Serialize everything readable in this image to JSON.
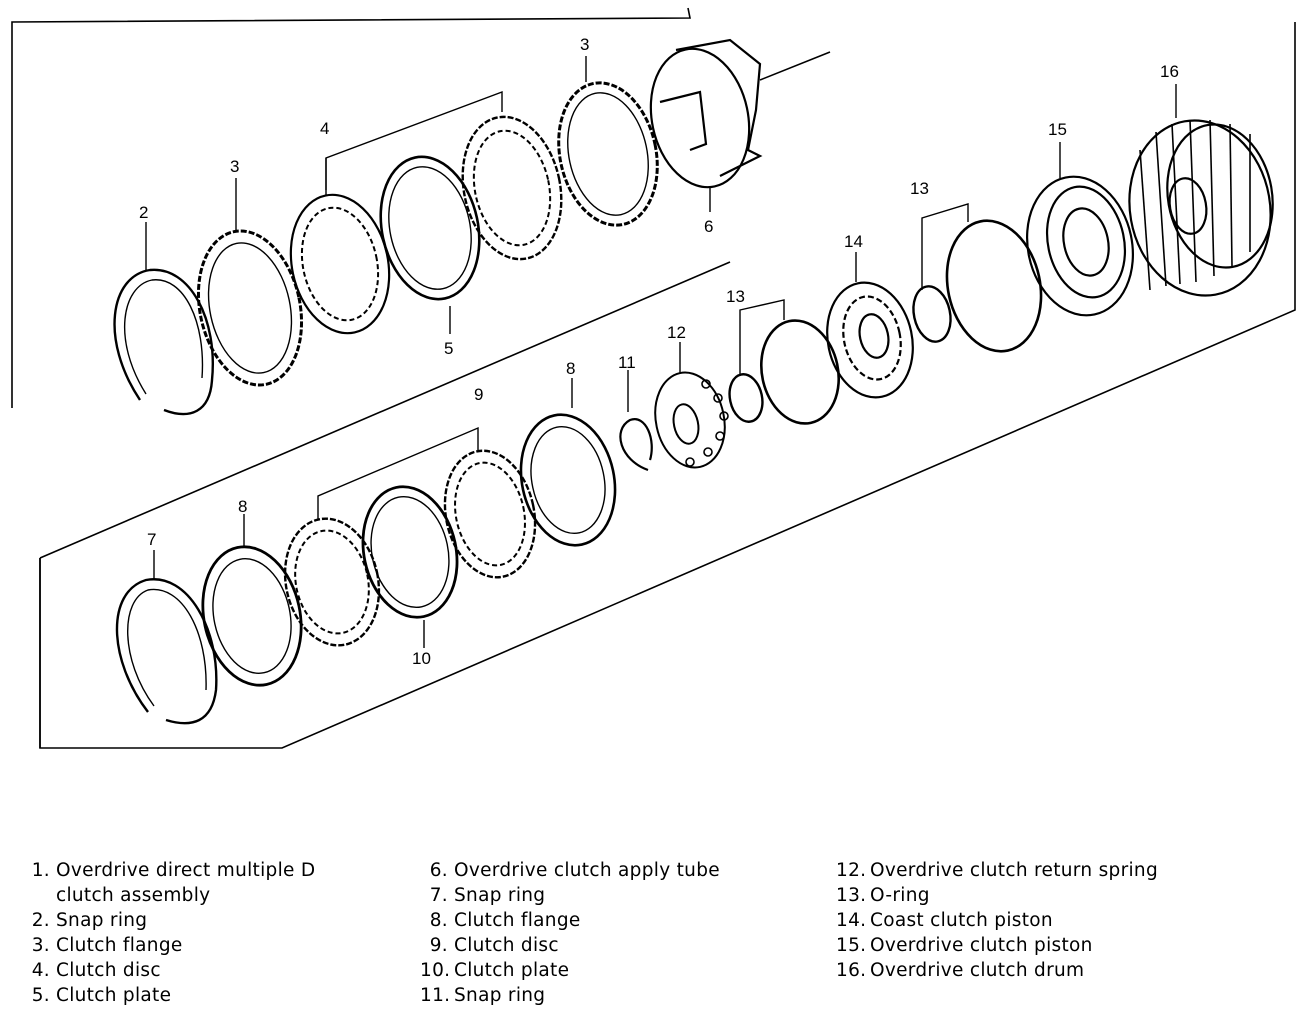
{
  "diagram": {
    "part_labels": {
      "p2": "2",
      "p3a": "3",
      "p3b": "3",
      "p4": "4",
      "p5": "5",
      "p6": "6",
      "p7": "7",
      "p8a": "8",
      "p8b": "8",
      "p9": "9",
      "p10": "10",
      "p11": "11",
      "p12": "12",
      "p13a": "13",
      "p13b": "13",
      "p14": "14",
      "p15": "15",
      "p16": "16"
    }
  },
  "legend": {
    "col1": [
      {
        "num": "1.",
        "text": "Overdrive direct multiple D",
        "cont": "clutch assembly"
      },
      {
        "num": "2.",
        "text": "Snap ring"
      },
      {
        "num": "3.",
        "text": "Clutch flange"
      },
      {
        "num": "4.",
        "text": "Clutch disc"
      },
      {
        "num": "5.",
        "text": "Clutch plate"
      }
    ],
    "col2": [
      {
        "num": "6.",
        "text": "Overdrive clutch apply tube"
      },
      {
        "num": "7.",
        "text": "Snap ring"
      },
      {
        "num": "8.",
        "text": "Clutch flange"
      },
      {
        "num": "9.",
        "text": "Clutch disc"
      },
      {
        "num": "10.",
        "text": "Clutch plate"
      },
      {
        "num": "11.",
        "text": "Snap ring"
      }
    ],
    "col3": [
      {
        "num": "12.",
        "text": "Overdrive clutch return spring"
      },
      {
        "num": "13.",
        "text": "O-ring"
      },
      {
        "num": "14.",
        "text": "Coast clutch piston"
      },
      {
        "num": "15.",
        "text": "Overdrive clutch piston"
      },
      {
        "num": "16.",
        "text": "Overdrive clutch drum"
      }
    ]
  }
}
